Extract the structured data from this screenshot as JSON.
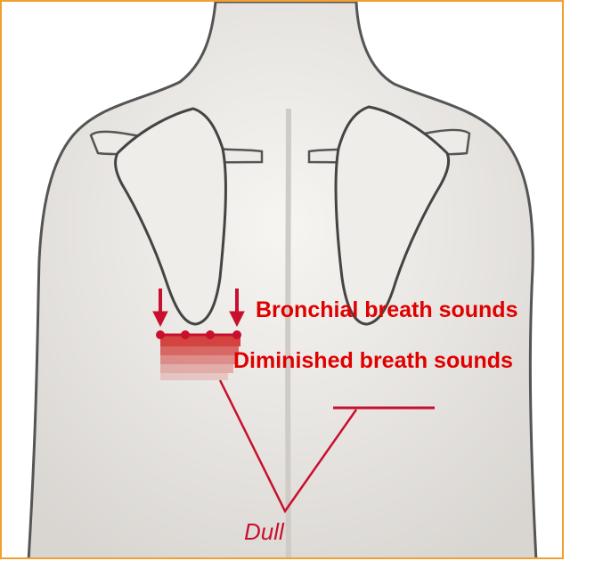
{
  "labels": {
    "bronchial": "Bronchial breath sounds",
    "diminished": "Diminished breath sounds",
    "dull": "Dull"
  },
  "colors": {
    "frame": "#f0a030",
    "label_red": "#e00000",
    "marker_red": "#c8102e",
    "skin": "#f4f2ef",
    "outline": "#4a4a4a"
  }
}
